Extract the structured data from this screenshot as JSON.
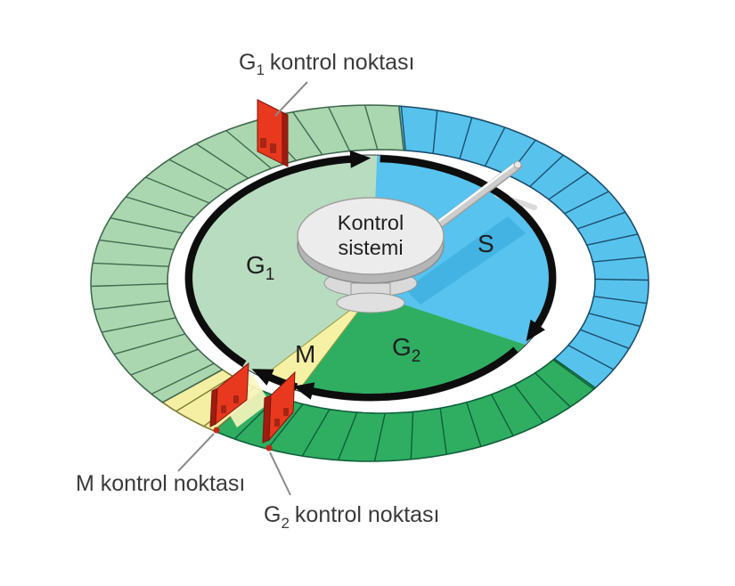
{
  "checkpoints": {
    "g1": {
      "base": "G",
      "sub": "1",
      "rest": "kontrol noktası"
    },
    "m": {
      "text": "M kontrol noktası"
    },
    "g2": {
      "base": "G",
      "sub": "2",
      "rest": "kontrol noktası"
    }
  },
  "phases": {
    "g1": {
      "base": "G",
      "sub": "1"
    },
    "s": {
      "label": "S"
    },
    "g2": {
      "base": "G",
      "sub": "2"
    },
    "m": {
      "label": "M"
    }
  },
  "control_system": {
    "line1": "Kontrol",
    "line2": "sistemi"
  },
  "colors": {
    "ring_light_green": "#abd7b0",
    "ring_blue": "#57c3ed",
    "ring_green": "#2fae62",
    "ring_yellow": "#f4efa3",
    "ring_light_green_edge": "#41694f",
    "ring_blue_edge": "#1c4e6e",
    "ring_green_edge": "#0e5f38",
    "ring_yellow_edge": "#7c7c33",
    "disc_light_green": "#b8dcbf",
    "disc_blue": "#57c3ee",
    "disc_blue_shadow": "#2ea4d6",
    "disc_green": "#2fae62",
    "disc_yellow": "#f6f1a4",
    "disc_yellow_edge": "#9a9a40",
    "disc_edge": "#3c3c3c",
    "arrow": "#0d0d0d",
    "gate_red": "#e8391f",
    "gate_red_side": "#9e1d10",
    "gate_red_foot": "#a62513",
    "gate_outline": "#7d150b",
    "corridor_yellow": "#faf5bf",
    "leader_gray": "#8a8a8a",
    "dot_red": "#c2271a",
    "knob_top": "#ececec",
    "knob_side": "#b5b5b5",
    "knob_edge": "#9a9a9a",
    "pedestal_gray": "#dadada",
    "rod_gray": "#cdcdcd",
    "rod_dark": "#9d9d9d",
    "rod_highlight": "#ffffff",
    "rod_shadow": "#d4d4d4",
    "text": "#3a3a3a",
    "phase_text": "#1f1f1f"
  }
}
